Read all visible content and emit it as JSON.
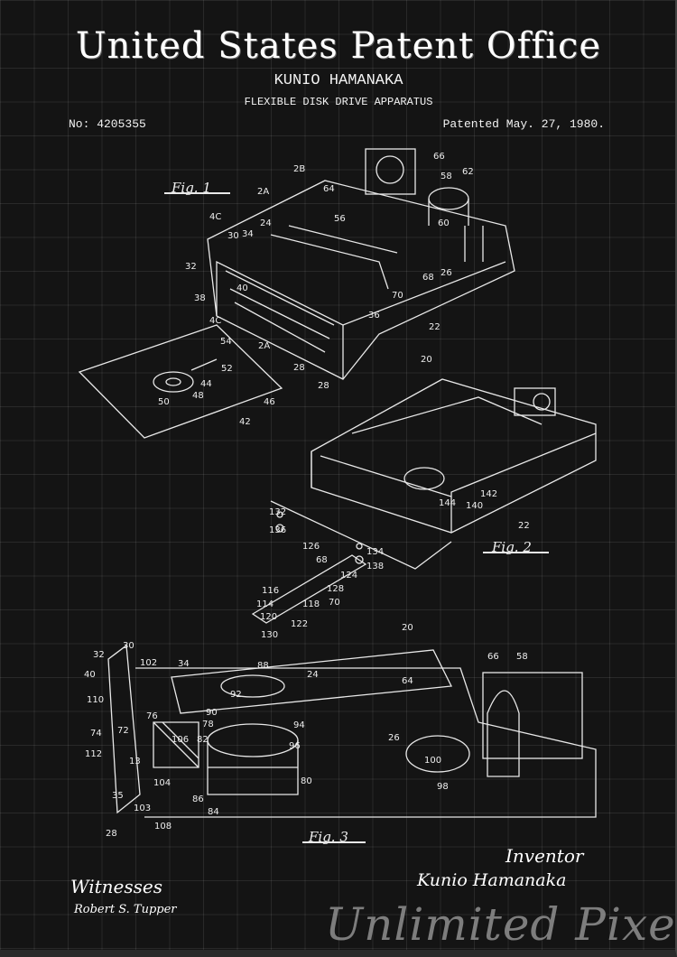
{
  "header": {
    "title": "United States Patent Office",
    "inventor": "KUNIO HAMANAKA",
    "invention": "FLEXIBLE DISK DRIVE APPARATUS",
    "patent_number": "No: 4205355",
    "patent_date": "Patented May. 27, 1980."
  },
  "figures": {
    "fig1": "Fig. 1",
    "fig2": "Fig. 2",
    "fig3": "Fig. 3"
  },
  "reference_numerals": {
    "fig1": [
      "2B",
      "2A",
      "64",
      "66",
      "58",
      "62",
      "4C",
      "30",
      "34",
      "24",
      "56",
      "60",
      "32",
      "40",
      "38",
      "68",
      "26",
      "70",
      "36",
      "22",
      "4C",
      "54",
      "2A",
      "52",
      "44",
      "48",
      "50",
      "46",
      "42",
      "28",
      "28",
      "20"
    ],
    "fig2": [
      "144",
      "140",
      "142",
      "22",
      "132",
      "136",
      "126",
      "68",
      "134",
      "138",
      "124",
      "116",
      "128",
      "114",
      "118",
      "120",
      "122",
      "70",
      "130"
    ],
    "fig3": [
      "20",
      "32",
      "30",
      "102",
      "34",
      "88",
      "24",
      "64",
      "66",
      "58",
      "40",
      "110",
      "92",
      "90",
      "78",
      "74",
      "72",
      "76",
      "106",
      "82",
      "94",
      "96",
      "26",
      "100",
      "112",
      "13",
      "104",
      "80",
      "98",
      "35",
      "103",
      "86",
      "84",
      "108",
      "28"
    ]
  },
  "footer": {
    "witnesses_label": "Witnesses",
    "witness_name": "Robert S. Tupper",
    "inventor_label": "Inventor",
    "inventor_signature": "Kunio Hamanaka",
    "watermark": "Unlimited Pixel"
  },
  "colors": {
    "background": "#141414",
    "ink": "#f2f2f2",
    "watermark": "#a0a0a0"
  }
}
